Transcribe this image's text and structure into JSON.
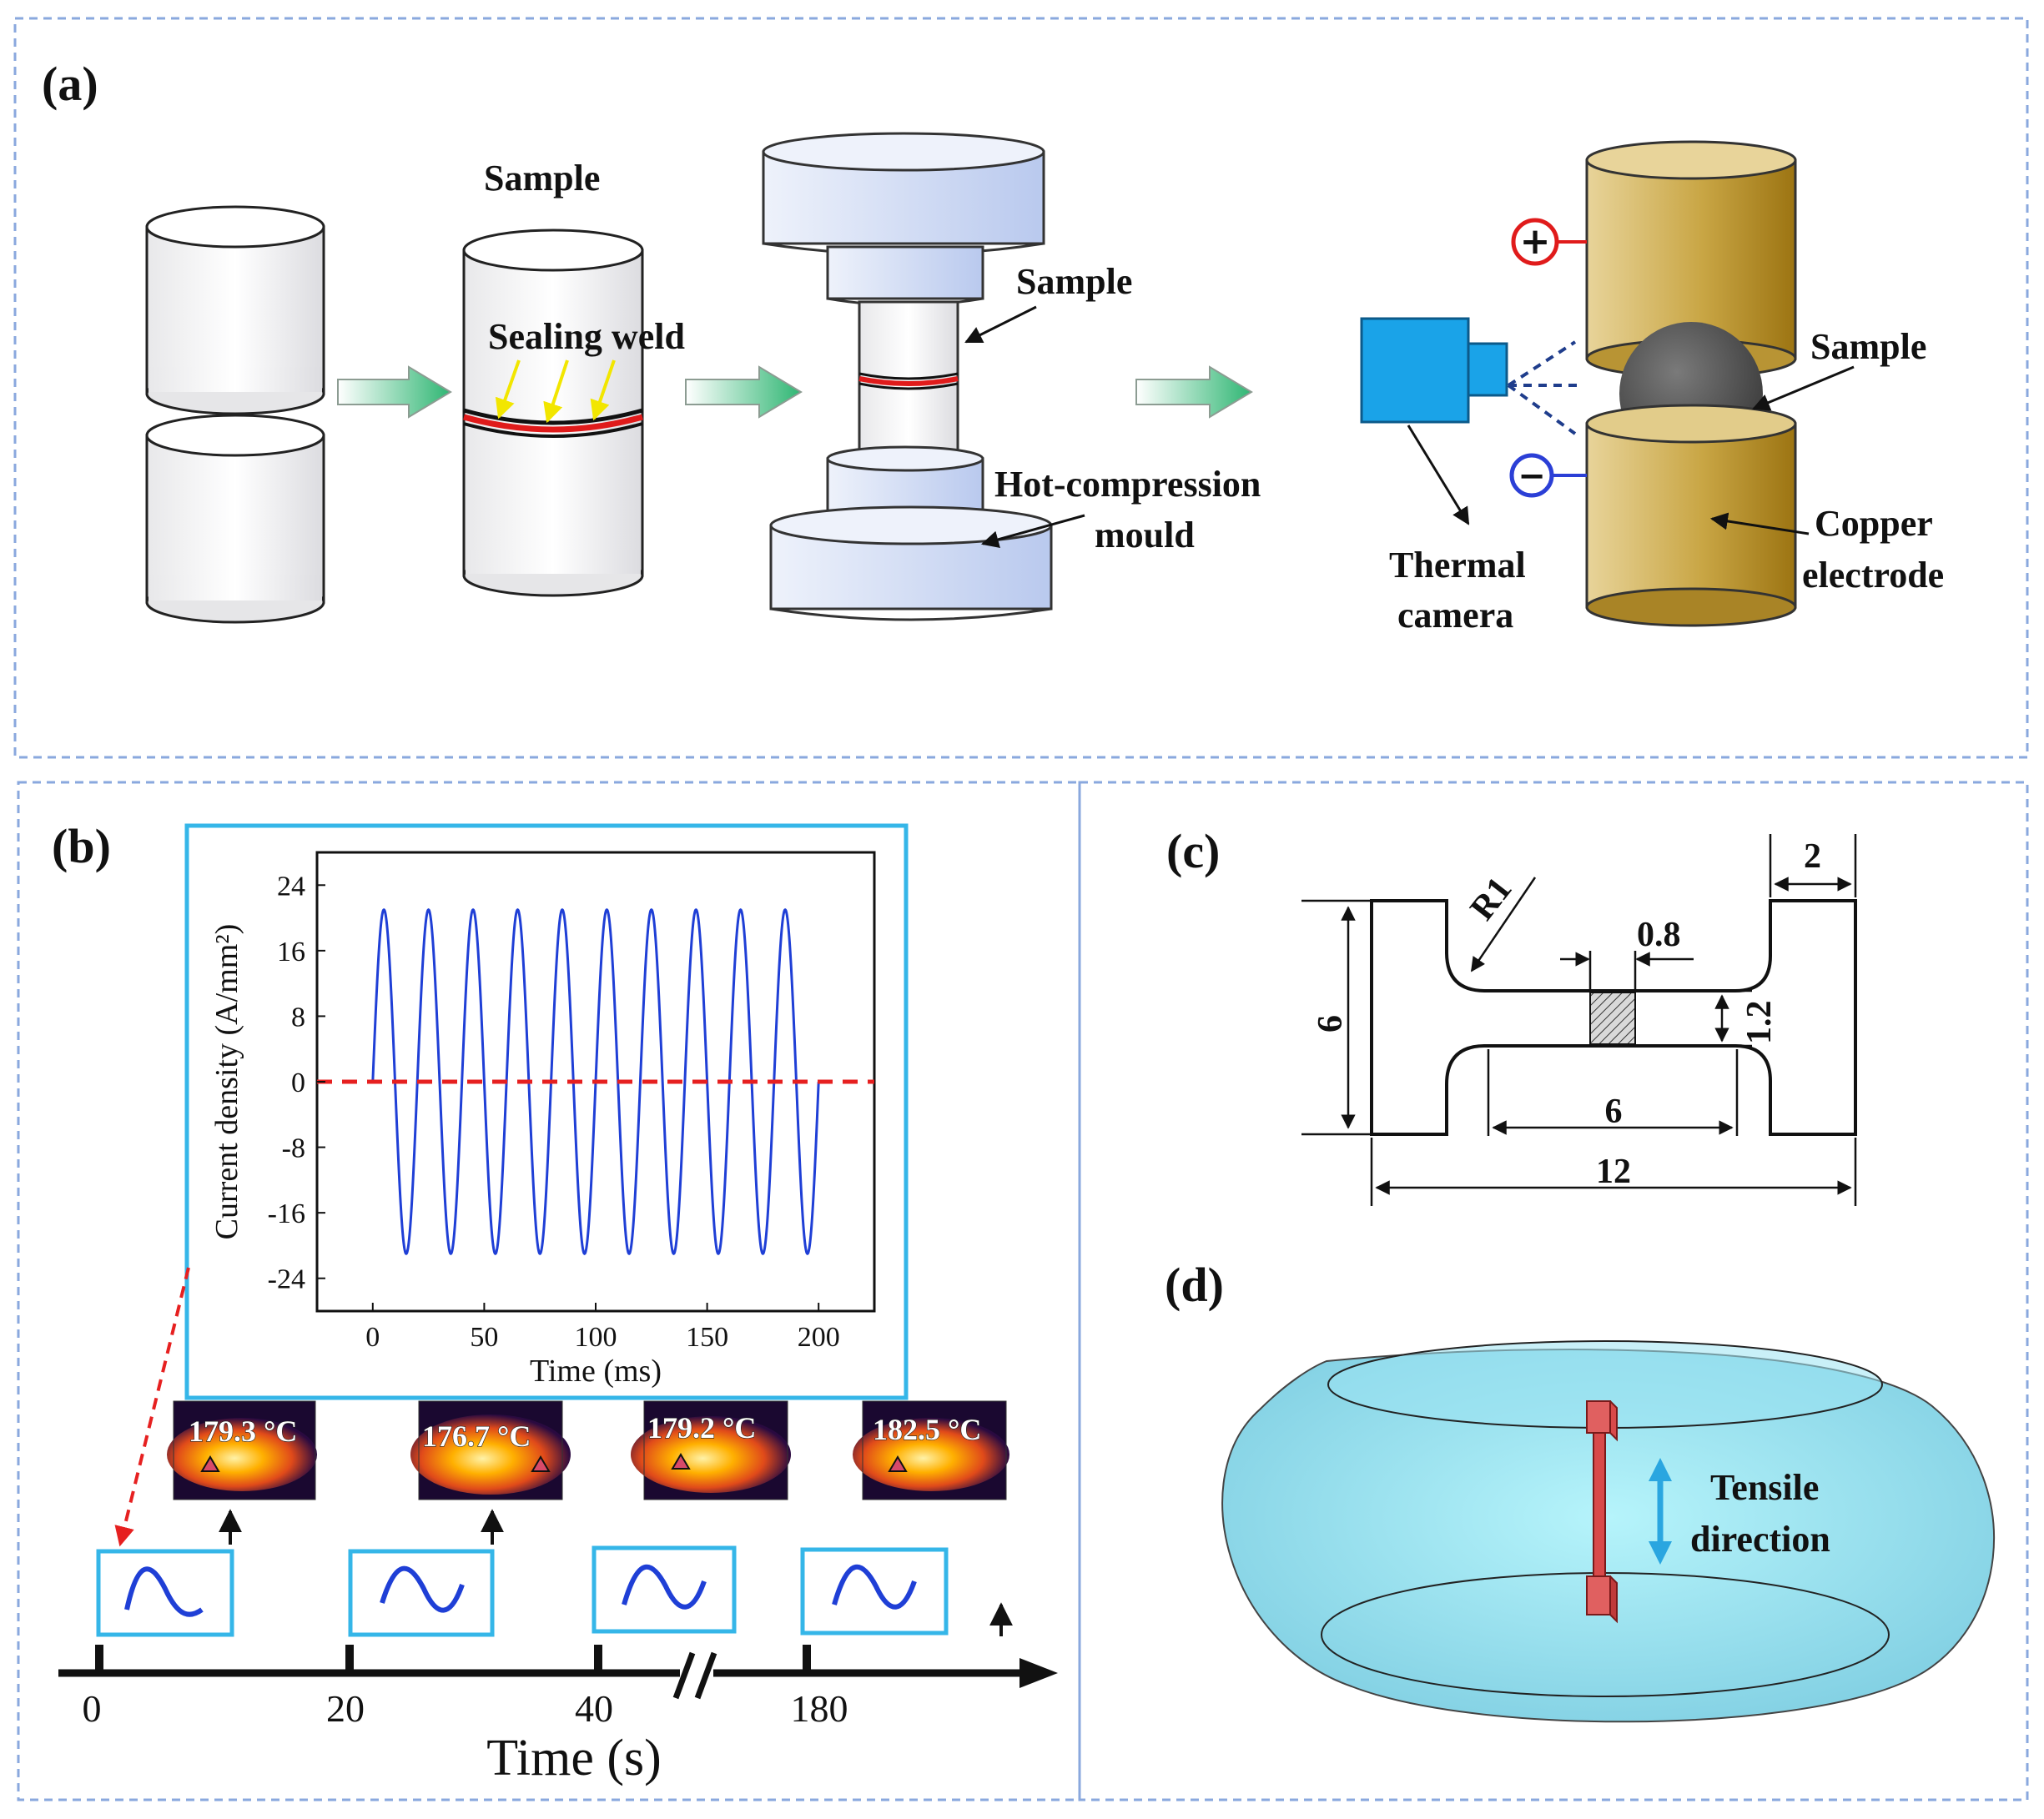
{
  "panels": {
    "a": "(a)",
    "b": "(b)",
    "c": "(c)",
    "d": "(d)"
  },
  "panel_a": {
    "sample_label": "Sample",
    "sealing_weld": "Sealing weld",
    "sample_label_2": "Sample",
    "mould_line1": "Hot-compression",
    "mould_line2": "mould",
    "sample_label_3": "Sample",
    "camera_line1": "Thermal",
    "camera_line2": "camera",
    "electrode_line1": "Copper",
    "electrode_line2": "electrode",
    "plus": "+",
    "minus": "−"
  },
  "panel_b": {
    "thermal_readings": [
      "179.3 °C",
      "176.7 °C",
      "179.2 °C",
      "182.5 °C"
    ],
    "timeline_ticks": [
      "0",
      "20",
      "40",
      "180"
    ],
    "timeline_label": "Time (s)"
  },
  "chart_data": {
    "type": "line",
    "xlabel": "Time (ms)",
    "ylabel": "Current density (A/mm²)",
    "xlim": [
      -25,
      225
    ],
    "ylim": [
      -28,
      28
    ],
    "xticks": [
      0,
      50,
      100,
      150,
      200
    ],
    "yticks": [
      24,
      16,
      8,
      0,
      -8,
      -16,
      -24
    ],
    "series": [
      {
        "style": "sinusoid",
        "amplitude": 21,
        "frequency_hz": 50,
        "x_start": 0,
        "x_end": 200,
        "color": "#1f3fd6"
      },
      {
        "style": "dashed-reference",
        "y": 0,
        "color": "#e62020"
      }
    ]
  },
  "panel_c": {
    "r1": "R1",
    "w08": "0.8",
    "w2": "2",
    "h12": "1.2",
    "h6": "6",
    "gauge6": "6",
    "total12": "12"
  },
  "panel_d": {
    "tensile_line1": "Tensile",
    "tensile_line2": "direction"
  },
  "colors": {
    "panel_border": "#8aa8de",
    "inset_border": "#35b6e8",
    "weld": "#e01b1b",
    "arrow_green": "#3fbf7f",
    "mould_blue": "#c6d4f2",
    "copper": "#b89434",
    "camera_blue": "#1aa3e8",
    "torus": "#8fdcec",
    "specimen_red": "#d84a4a"
  }
}
